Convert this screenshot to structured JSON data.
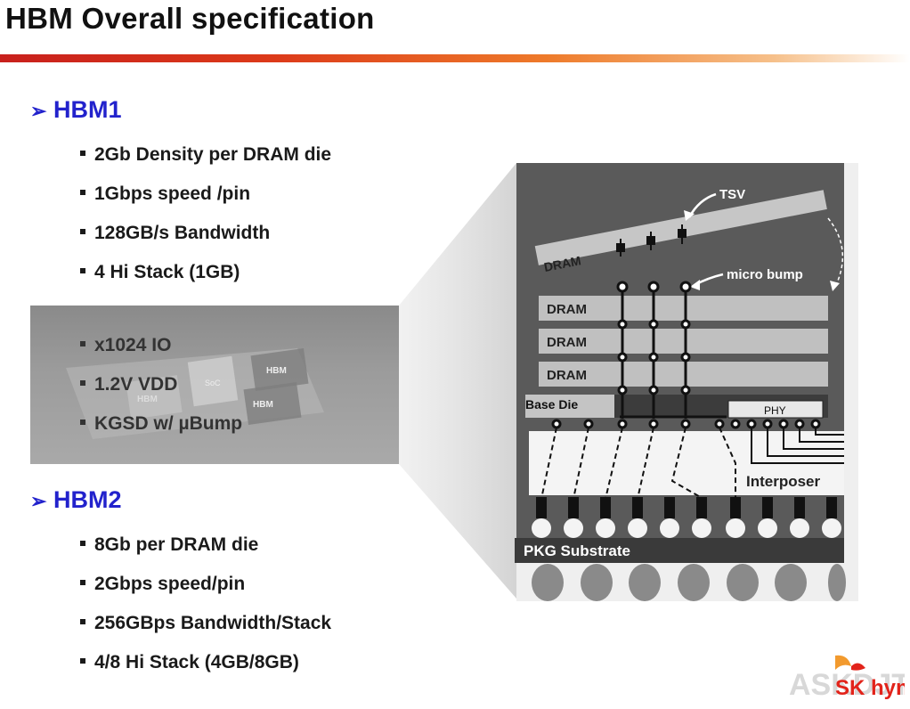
{
  "title": "HBM Overall specification",
  "hbm1": {
    "heading": "HBM1",
    "bullets": [
      "2Gb Density per DRAM die",
      "1Gbps speed /pin",
      "128GB/s Bandwidth",
      "4 Hi Stack (1GB)"
    ],
    "photo_bullets": [
      "x1024 IO",
      "1.2V VDD",
      "KGSD w/ µBump"
    ],
    "photo_chip_labels": [
      "HBM",
      "SoC",
      "HBM",
      "HBM"
    ]
  },
  "hbm2": {
    "heading": "HBM2",
    "bullets": [
      "8Gb per DRAM die",
      "2Gbps speed/pin",
      "256GBps Bandwidth/Stack",
      "4/8 Hi Stack (4GB/8GB)"
    ]
  },
  "diagram": {
    "tsv_label": "TSV",
    "microbump_label": "micro bump",
    "dram_labels": [
      "DRAM",
      "DRAM",
      "DRAM",
      "DRAM"
    ],
    "base_die_label": "Base Die",
    "phy_label": "PHY",
    "interposer_label": "Interposer",
    "pkg_label": "PKG Substrate"
  },
  "logo": {
    "text": "SK hynix",
    "watermark": "ASKDJT"
  },
  "colors": {
    "title_rule": "#d4281c",
    "heading": "#2222cc",
    "diagram_bg": "#5a5a5a"
  }
}
